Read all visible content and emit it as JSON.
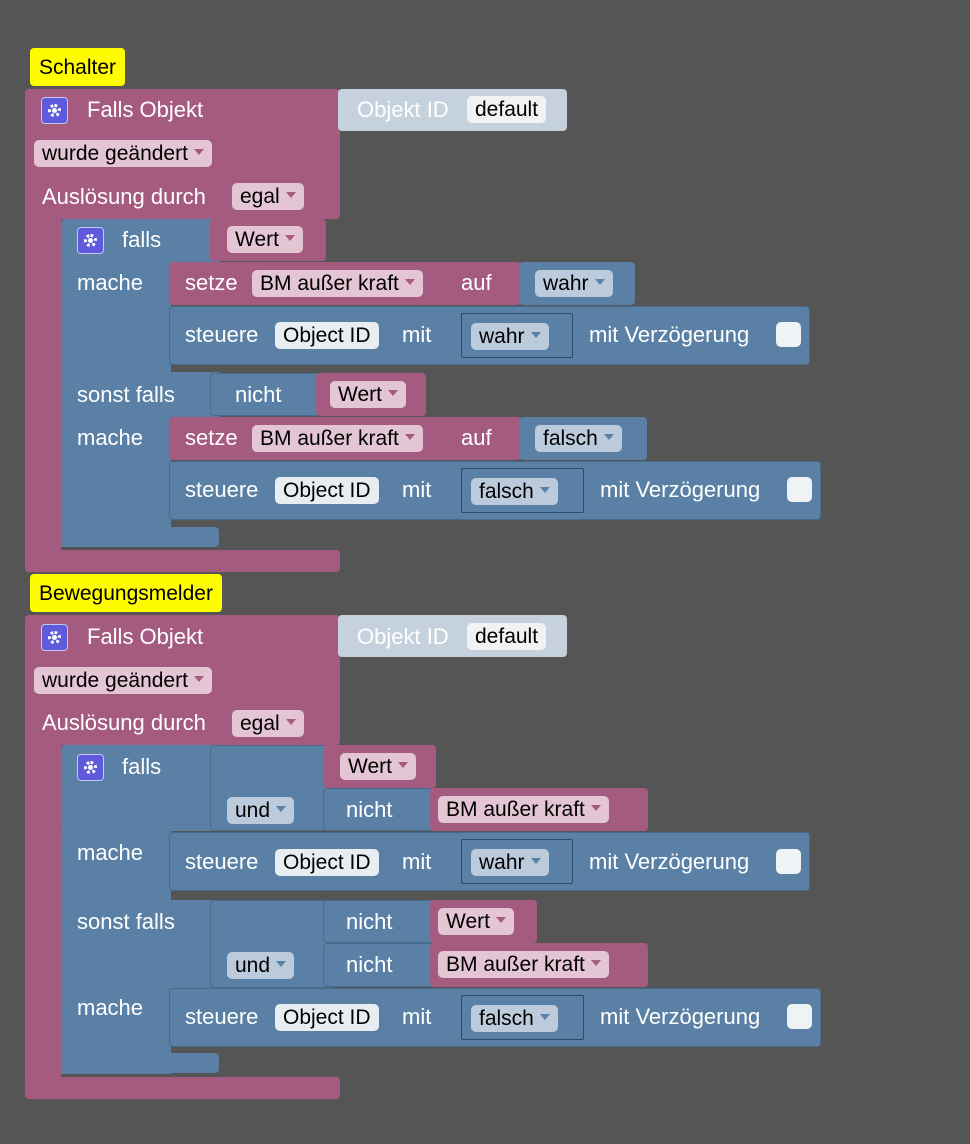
{
  "script1": {
    "comment": "Schalter",
    "falls_objekt": "Falls Objekt",
    "objekt_id_label": "Objekt ID",
    "objekt_id_value": "default",
    "wurde_geaendert": "wurde geändert",
    "ausloesung": "Auslösung durch",
    "egal": "egal",
    "falls": "falls",
    "wert": "Wert",
    "mache": "mache",
    "setze": "setze",
    "bm": "BM außer kraft",
    "auf": "auf",
    "wahr": "wahr",
    "steuere": "steuere",
    "object_id": "Object ID",
    "mit": "mit",
    "verzoegerung": "mit Verzögerung",
    "sonst_falls": "sonst falls",
    "nicht": "nicht",
    "falsch": "falsch"
  },
  "script2": {
    "comment": "Bewegungsmelder",
    "falls_objekt": "Falls Objekt",
    "objekt_id_label": "Objekt ID",
    "objekt_id_value": "default",
    "wurde_geaendert": "wurde geändert",
    "ausloesung": "Auslösung durch",
    "egal": "egal",
    "falls": "falls",
    "wert": "Wert",
    "und": "und",
    "nicht": "nicht",
    "bm": "BM außer kraft",
    "mache": "mache",
    "steuere": "steuere",
    "object_id": "Object ID",
    "mit": "mit",
    "wahr": "wahr",
    "falsch": "falsch",
    "verzoegerung": "mit Verzögerung",
    "sonst_falls": "sonst falls"
  },
  "colors": {
    "event": "#A55B80",
    "logic": "#5B80A5",
    "comment": "#FFFC00",
    "background": "#555555"
  }
}
